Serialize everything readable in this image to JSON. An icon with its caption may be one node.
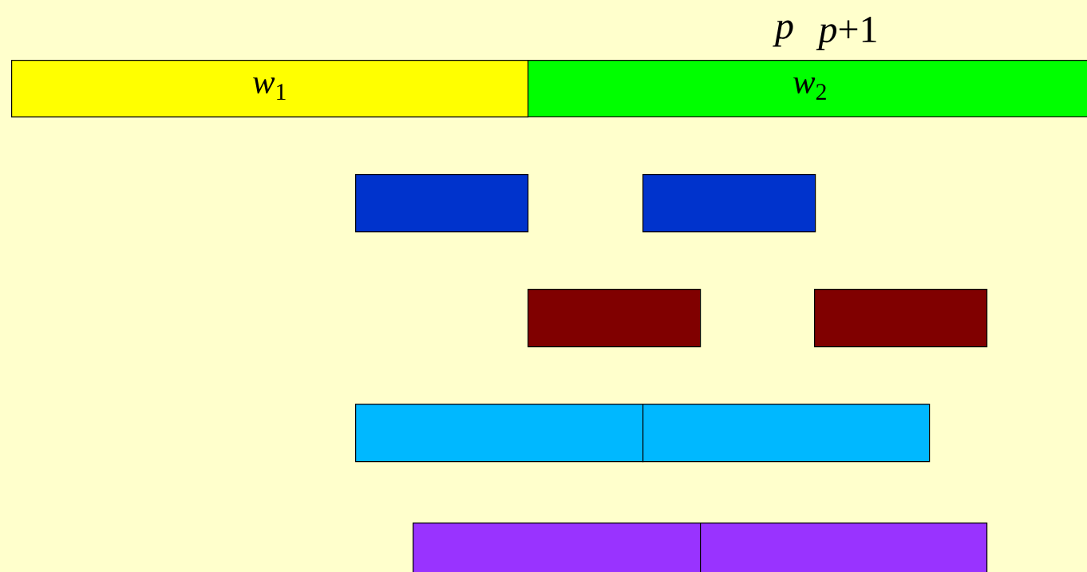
{
  "diagram": {
    "nodes": [
      {
        "text": [
          "*w*$_{1}$"
        ]
      },
      {
        "text": [
          "*w*$_{2}$"
        ]
      },
      {
        "text": [],
        "shape": "bar"
      },
      {
        "text": [],
        "shape": "bar"
      },
      {
        "text": [],
        "shape": "bar"
      },
      {
        "text": [],
        "shape": "bar"
      },
      {
        "text": [],
        "shape": "bar"
      },
      {
        "text": [],
        "shape": "bar"
      },
      {
        "text": [],
        "shape": "bar"
      },
      {
        "text": [],
        "shape": "bar"
      }
    ],
    "labels": [
      "p",
      "*p*+1"
    ]
  }
}
